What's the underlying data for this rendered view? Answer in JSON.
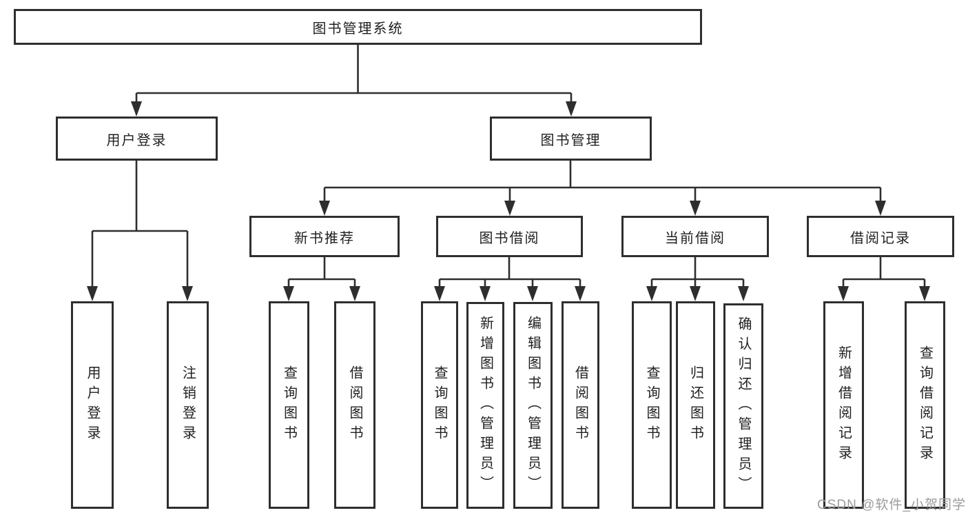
{
  "diagram": {
    "root": {
      "label": "图书管理系统"
    },
    "level2": [
      {
        "label": "用户登录"
      },
      {
        "label": "图书管理"
      }
    ],
    "level3": [
      {
        "label": "新书推荐"
      },
      {
        "label": "图书借阅"
      },
      {
        "label": "当前借阅"
      },
      {
        "label": "借阅记录"
      }
    ],
    "leaves": [
      {
        "label": "用户登录"
      },
      {
        "label": "注销登录"
      },
      {
        "label": "查询图书"
      },
      {
        "label": "借阅图书"
      },
      {
        "label": "查询图书"
      },
      {
        "label": "新增图书（管理员）"
      },
      {
        "label": "编辑图书（管理员）"
      },
      {
        "label": "借阅图书"
      },
      {
        "label": "查询图书"
      },
      {
        "label": "归还图书"
      },
      {
        "label": "确认归还（管理员）"
      },
      {
        "label": "新增借阅记录"
      },
      {
        "label": "查询借阅记录"
      }
    ]
  },
  "watermark": {
    "text": "CSDN @软件_小贺同学"
  },
  "colors": {
    "line": "#2e2e2e",
    "text": "#1f1f1f",
    "watermark": "#9b9b9b",
    "background": "#ffffff"
  }
}
